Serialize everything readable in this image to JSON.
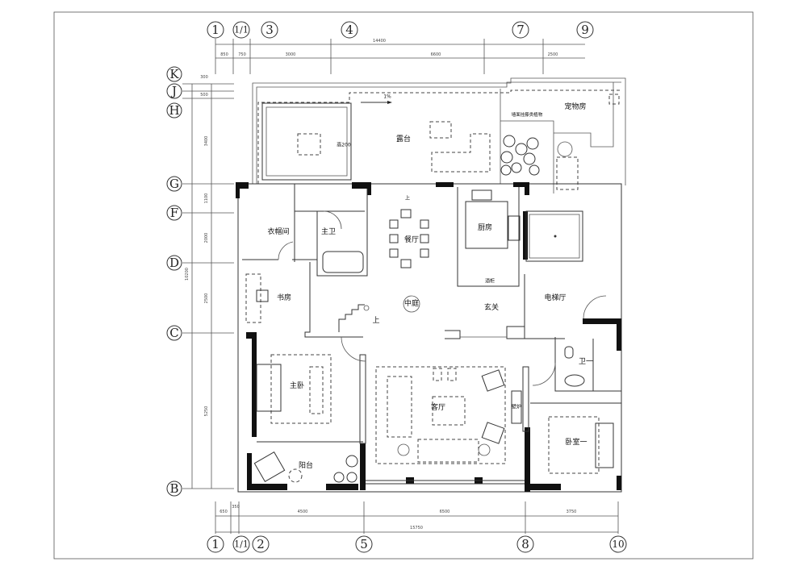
{
  "axes": {
    "top": [
      "1",
      "1/1",
      "3",
      "4",
      "7",
      "9"
    ],
    "bottom": [
      "1",
      "1/1",
      "2",
      "5",
      "8",
      "10"
    ],
    "left": [
      "K",
      "J",
      "H",
      "G",
      "F",
      "D",
      "C",
      "B"
    ]
  },
  "dimensions": {
    "top_total": "14400",
    "top": [
      "850",
      "750",
      "3000",
      "6600",
      "2500"
    ],
    "bottom_total": "15750",
    "bottom": [
      "650",
      "350",
      "4500",
      "6500",
      "3750"
    ],
    "left_total": "10200",
    "left": [
      "300",
      "500",
      "3400",
      "1100",
      "2000",
      "2500",
      "5250"
    ]
  },
  "rooms": {
    "terrace": "露台",
    "height_note": "高200",
    "pet_room": "宠物房",
    "plant_note": "墙面挂藤类植物",
    "slope": "1%",
    "closet": "衣帽间",
    "master_bath": "主卫",
    "dining": "餐厅",
    "kitchen": "厨房",
    "wine_cabinet": "酒柜",
    "study": "书房",
    "courtyard": "中庭",
    "foyer": "玄关",
    "elevator_hall": "电梯厅",
    "bath_one": "卫一",
    "master_bedroom": "主卧",
    "living": "客厅",
    "fireplace": "壁炉",
    "bedroom_one": "卧室一",
    "balcony": "阳台",
    "up": "上"
  }
}
